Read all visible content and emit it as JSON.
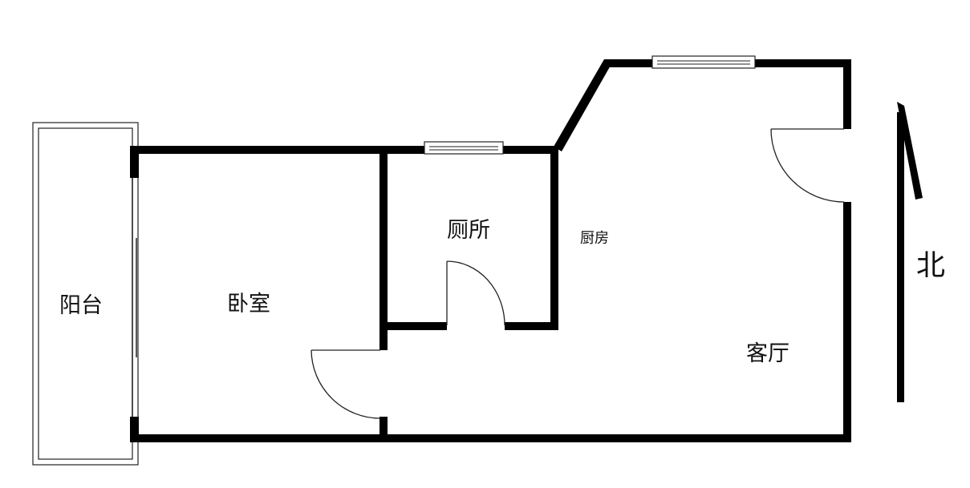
{
  "floor_plan": {
    "rooms": {
      "balcony": "阳台",
      "bedroom": "卧室",
      "toilet": "厕所",
      "kitchen": "厨房",
      "living_room": "客厅"
    },
    "compass": {
      "label": "北",
      "direction": "up"
    },
    "colors": {
      "wall": "#000000",
      "line": "#222222",
      "background": "#ffffff"
    }
  }
}
